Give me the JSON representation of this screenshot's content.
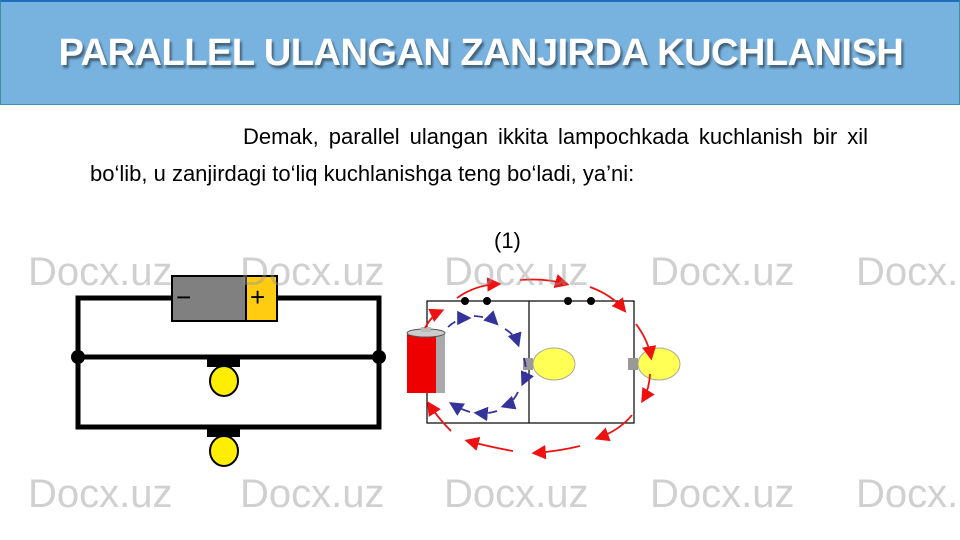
{
  "header": {
    "title": "PARALLEL ULANGAN ZANJIRDA KUCHLANISH"
  },
  "body": {
    "paragraph": "Demak, parallel ulangan ikkita lampochkada kuchlanish bir xil bo‘lib, u zanjirdagi to‘liq kuchlanishga teng bo‘ladi, ya’ni:",
    "equation_label": "(1)"
  },
  "schematic": {
    "minus": "−",
    "plus": "+"
  },
  "watermark": "Docx.uz",
  "colors": {
    "header": "#78b2df",
    "battery_plus": "#ffcc11",
    "lamp": "#ffee00",
    "arrow_red": "#ee1111",
    "arrow_blue": "#333399"
  }
}
